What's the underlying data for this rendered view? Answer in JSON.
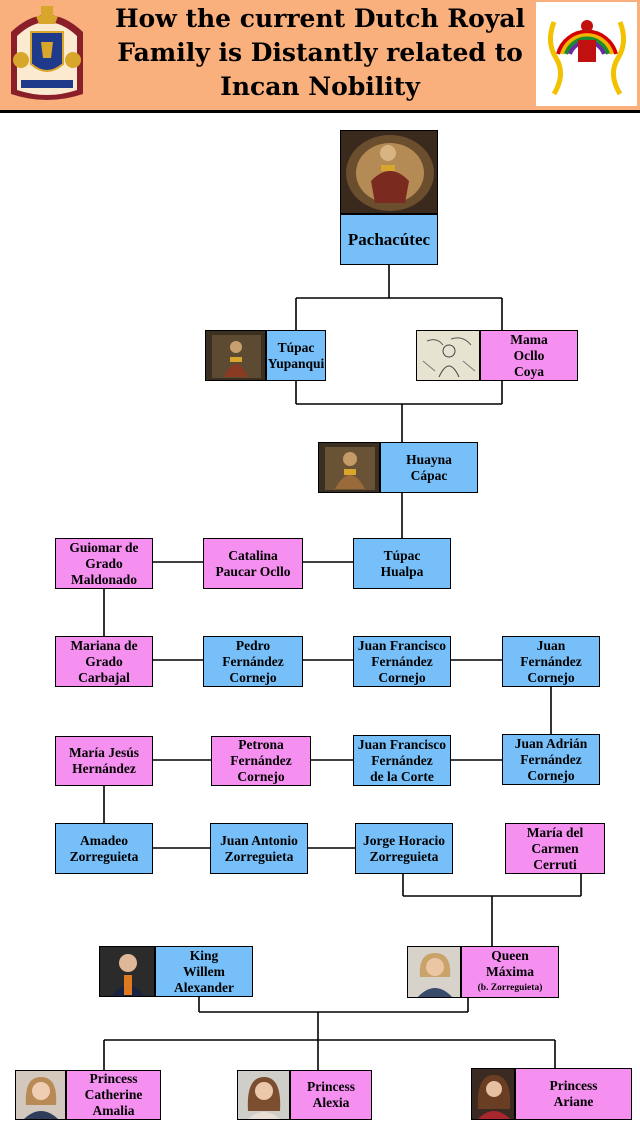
{
  "title": "How the current Dutch Royal Family is Distantly related to Incan Nobility",
  "people": {
    "pachacutec": "Pachacútec",
    "tupac_yupanqui": "Túpac\nYupanqui",
    "mama_ocllo_coya": "Mama\nOcllo\nCoya",
    "huayna_capac": "Huayna\nCápac",
    "tupac_hualpa": "Túpac\nHualpa",
    "catalina_paucar_ocllo": "Catalina\nPaucar Ocllo",
    "guiomar_de_grado_maldonado": "Guiomar de\nGrado\nMaldonado",
    "mariana_de_grado_carbajal": "Mariana de\nGrado\nCarbajal",
    "pedro_fernandez_cornejo": "Pedro\nFernández\nCornejo",
    "juan_francisco_fernandez_cornejo": "Juan Francisco\nFernández\nCornejo",
    "juan_fernandez_cornejo": "Juan\nFernández\nCornejo",
    "maria_jesus_hernandez": "María Jesús\nHernández",
    "petrona_fernandez_cornejo": "Petrona\nFernández\nCornejo",
    "juan_francisco_fernandez_de_la_corte": "Juan Francisco\nFernández\nde la Corte",
    "juan_adrian_fernandez_cornejo": "Juan Adrián\nFernández\nCornejo",
    "amadeo_zorreguieta": "Amadeo\nZorreguieta",
    "juan_antonio_zorreguieta": "Juan Antonio\nZorreguieta",
    "jorge_horacio_zorreguieta": "Jorge Horacio\nZorreguieta",
    "maria_del_carmen_cerruti": "María del\nCarmen\nCerruti",
    "king_willem_alexander": "King\nWillem\nAlexander",
    "queen_maxima": "Queen\nMáxima",
    "queen_maxima_note": "(b. Zorreguieta)",
    "princess_catherine_amalia": "Princess\nCatherine\nAmalia",
    "princess_alexia": "Princess\nAlexia",
    "princess_ariane": "Princess\nAriane"
  },
  "colors": {
    "header_bg": "#f9b07d",
    "male_box": "#77bff9",
    "female_box": "#f590f1",
    "line": "#000000"
  },
  "icons": {
    "left_logo": "dutch-royal-coat-of-arms",
    "right_logo": "inca-mascapaicha-emblem"
  }
}
